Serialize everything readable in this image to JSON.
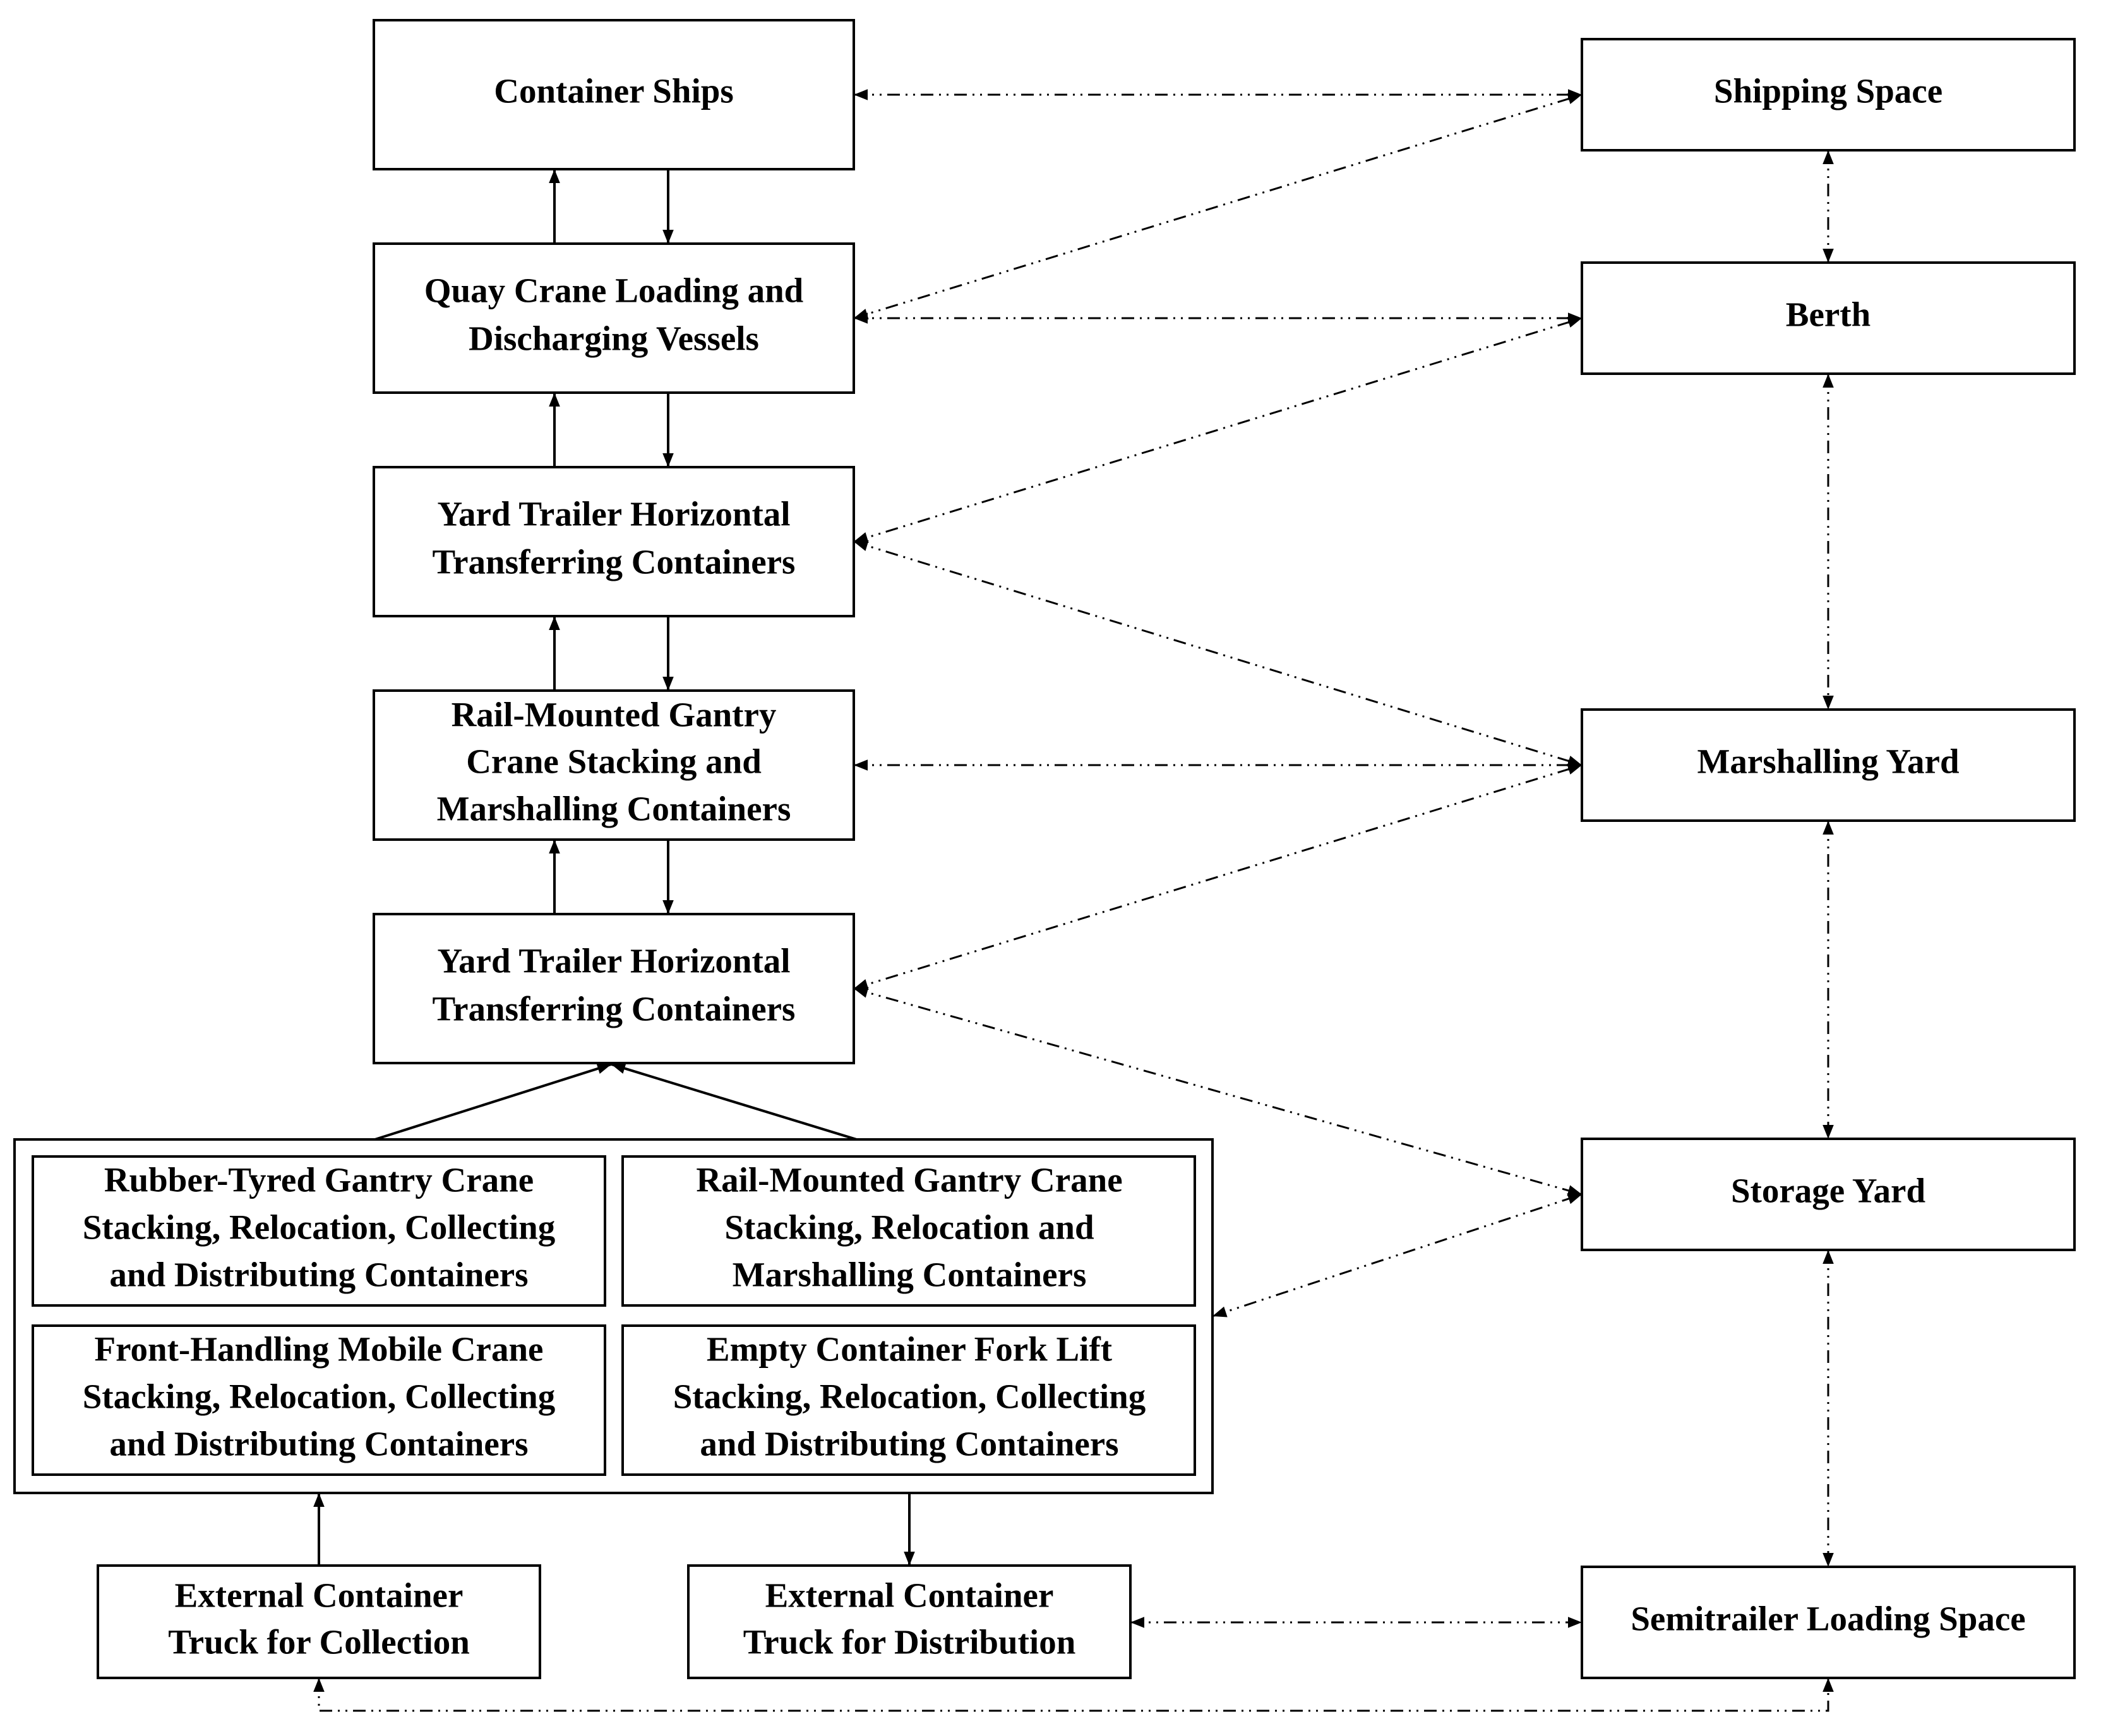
{
  "boxes": {
    "container_ships": [
      "Container Ships"
    ],
    "quay_crane": [
      "Quay Crane Loading and",
      "Discharging Vessels"
    ],
    "yard_trailer_1": [
      "Yard Trailer Horizontal",
      "Transferring Containers"
    ],
    "rmg_marshalling": [
      "Rail-Mounted Gantry",
      "Crane Stacking and",
      "Marshalling Containers"
    ],
    "yard_trailer_2": [
      "Yard Trailer Horizontal",
      "Transferring Containers"
    ],
    "rtg": [
      "Rubber-Tyred Gantry Crane",
      "Stacking, Relocation, Collecting",
      "and Distributing Containers"
    ],
    "rmg_storage": [
      "Rail-Mounted Gantry Crane",
      "Stacking, Relocation and",
      "Marshalling Containers"
    ],
    "front_handling": [
      "Front-Handling Mobile Crane",
      "Stacking, Relocation, Collecting",
      "and Distributing Containers"
    ],
    "forklift": [
      "Empty Container Fork Lift",
      "Stacking, Relocation, Collecting",
      "and Distributing Containers"
    ],
    "truck_collection": [
      "External Container",
      "Truck for Collection"
    ],
    "truck_distribution": [
      "External Container",
      "Truck for Distribution"
    ],
    "shipping_space": [
      "Shipping Space"
    ],
    "berth": [
      "Berth"
    ],
    "marshalling_yard": [
      "Marshalling Yard"
    ],
    "storage_yard": [
      "Storage Yard"
    ],
    "semitrailer": [
      "Semitrailer Loading Space"
    ]
  }
}
